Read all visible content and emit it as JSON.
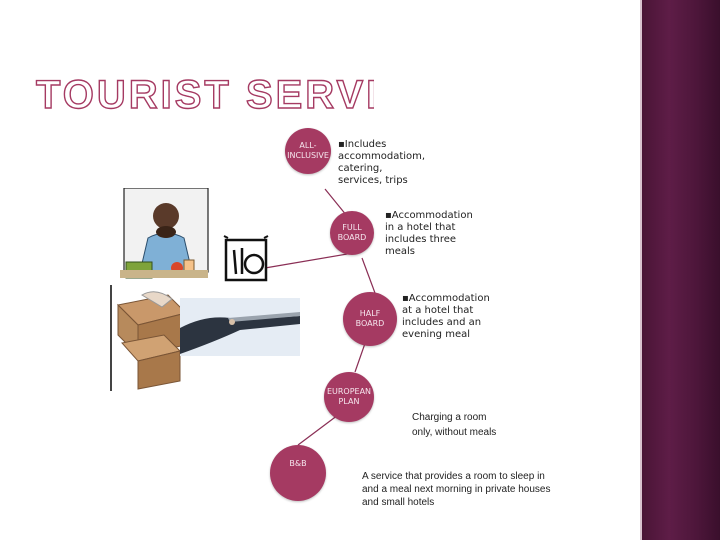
{
  "slide": {
    "title": "TOURIST SERVICES",
    "nodes": [
      {
        "label": "ALL-\nINCLUSIVE",
        "description": "▪Includes\naccommodatiom,\ncatering,\nservices, trips"
      },
      {
        "label": "FULL\nBOARD",
        "description": "▪Accommodation\nin a hotel that\nincludes three\nmeals"
      },
      {
        "label": "HALF\nBOARD",
        "description": "▪Accommodation\nat a hotel that\nincludes and an\nevening meal"
      },
      {
        "label": "EUROPEAN\nPLAN",
        "description": "Charging a room\nonly, without meals"
      },
      {
        "label": "B&B",
        "description": "A service that provides a room to sleep in\nand a meal next morning in private houses\nand small hotels"
      }
    ]
  },
  "colors": {
    "node_fill": "#a53a62",
    "title_outline": "#a53a62",
    "sidebar": "#4a1436",
    "connector": "#8a2e55"
  },
  "icons": [
    "eating-man-clipart",
    "food-icon",
    "waiter-tray-photo",
    "boxes-photo"
  ]
}
